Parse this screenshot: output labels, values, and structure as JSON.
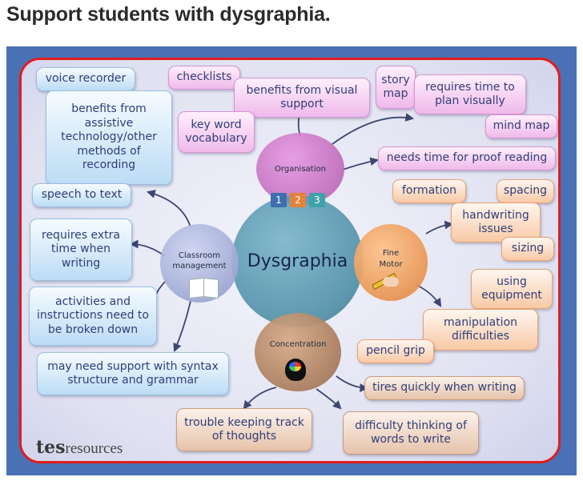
{
  "page": {
    "title": "Support students with dysgraphia."
  },
  "center": {
    "label": "Dysgraphia"
  },
  "hubs": {
    "organisation": "Organisation",
    "classroom": "Classroom management",
    "fine_motor": "Fine Motor",
    "concentration": "Concentration"
  },
  "organisation_badges": [
    "1",
    "2",
    "3"
  ],
  "nodes": {
    "voice_recorder": "voice recorder",
    "checklists": "checklists",
    "benefits_visual": "benefits from visual support",
    "story_map": "story map",
    "requires_time_plan": "requires time to plan visually",
    "assistive_tech": "benefits from assistive technology/other methods of recording",
    "key_word": "key word vocabulary",
    "mind_map": "mind map",
    "proof_reading": "needs time for proof reading",
    "speech_to_text": "speech to text",
    "formation": "formation",
    "spacing": "spacing",
    "handwriting_issues": "handwriting issues",
    "extra_time": "requires extra time when writing",
    "sizing": "sizing",
    "using_equipment": "using equipment",
    "broken_down": "activities and instructions need to be broken down",
    "manipulation": "manipulation difficulties",
    "pencil_grip": "pencil grip",
    "syntax": "may need support with syntax structure and grammar",
    "tires_quickly": "tires quickly when writing",
    "trouble_track": "trouble keeping track of thoughts",
    "difficulty_words": "difficulty thinking of words to write"
  },
  "logo": {
    "brand": "tes",
    "suffix": "resources"
  },
  "colors": {
    "frame": "#4a70b5",
    "border_red": "#e21c1c",
    "blue_box": "#bcdcf5",
    "pink_box": "#efb9ea",
    "orange_box": "#f8c9a6",
    "tan_box": "#e6c3aa",
    "dysgraphia_circle": "#4a8ca5",
    "organisation_circle": "#b05aaa",
    "classroom_circle": "#8c96c8",
    "fine_motor_circle": "#de823c",
    "concentration_circle": "#96694b",
    "text": "#2f3e79"
  },
  "icons": [
    "number-blocks-icon",
    "open-book-icon",
    "pencil-hand-icon",
    "colorful-brain-head-icon"
  ]
}
